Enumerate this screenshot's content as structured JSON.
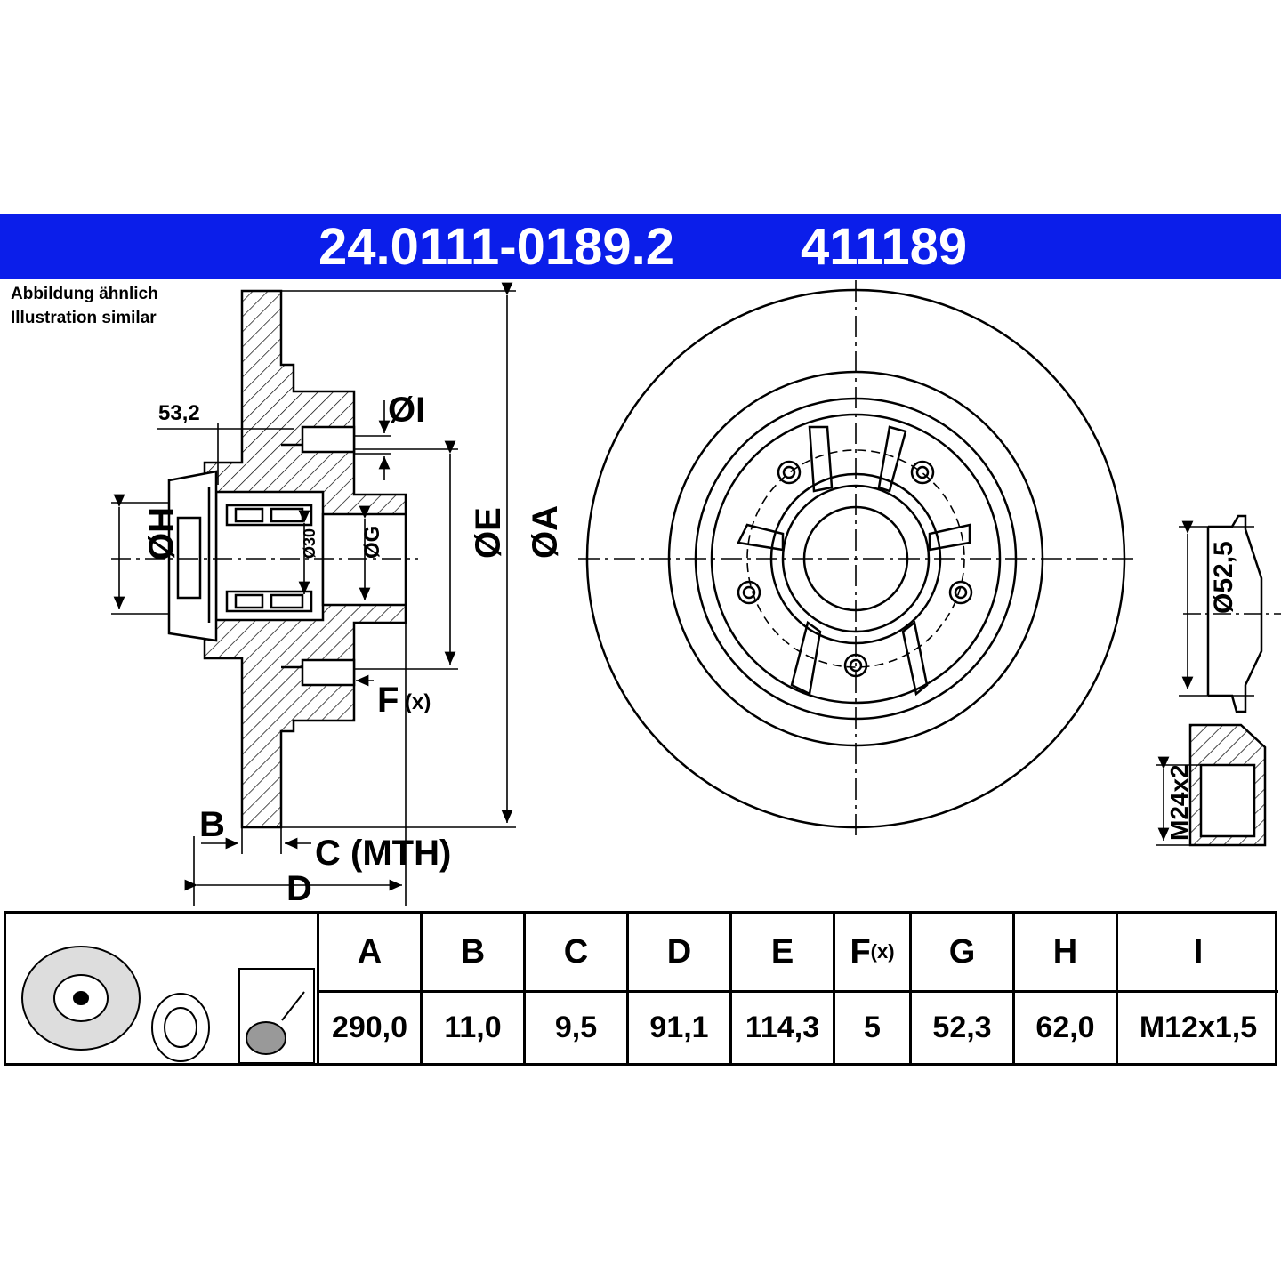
{
  "header": {
    "part_number": "24.0111-0189.2",
    "ref_number": "411189",
    "bar_color": "#0b1eea"
  },
  "notes": {
    "line1": "Abbildung ähnlich",
    "line2": "Illustration similar"
  },
  "drawing_labels": {
    "dim_53_2": "53,2",
    "dia_i": "ØI",
    "dia_h": "ØH",
    "dia_30": "Ø30",
    "dia_g": "ØG",
    "dia_e": "ØE",
    "dia_a": "ØA",
    "f_x": "F",
    "f_x_sub": "(x)",
    "b": "B",
    "c_mth": "C (MTH)",
    "d": "D",
    "dia_52_5": "Ø52,5",
    "m24x2": "M24x2"
  },
  "icons": [
    "brake-disc-icon",
    "bearing-icon",
    "abs-sensor-icon"
  ],
  "table": {
    "columns": [
      {
        "key": "A",
        "label": "A",
        "value": "290,0"
      },
      {
        "key": "B",
        "label": "B",
        "value": "11,0"
      },
      {
        "key": "C",
        "label": "C",
        "value": "9,5"
      },
      {
        "key": "D",
        "label": "D",
        "value": "91,1"
      },
      {
        "key": "E",
        "label": "E",
        "value": "114,3"
      },
      {
        "key": "F",
        "label": "F",
        "label_sub": "(x)",
        "value": "5"
      },
      {
        "key": "G",
        "label": "G",
        "value": "52,3"
      },
      {
        "key": "H",
        "label": "H",
        "value": "62,0"
      },
      {
        "key": "I",
        "label": "I",
        "value": "M12x1,5"
      }
    ]
  }
}
